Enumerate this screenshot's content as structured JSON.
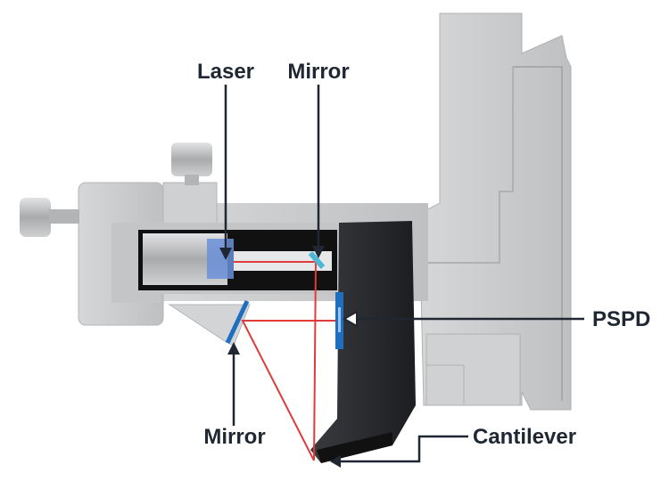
{
  "labels": {
    "laser": "Laser",
    "mirror_top": "Mirror",
    "pspd": "PSPD",
    "mirror_bottom": "Mirror",
    "cantilever": "Cantilever"
  },
  "colors": {
    "beam": "#e03a3a",
    "mirror": "#1f6fc0",
    "housing": "#c9cacc",
    "block": "#2a2b2e",
    "label": "#1f2732"
  }
}
